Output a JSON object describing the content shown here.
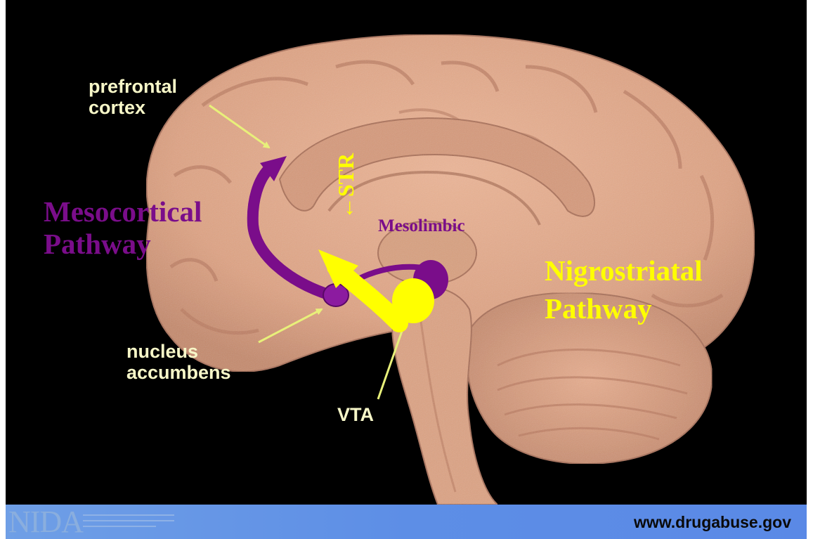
{
  "labels": {
    "prefrontal": [
      "prefrontal",
      "cortex"
    ],
    "nucleus": [
      "nucleus",
      "accumbens"
    ],
    "vta": "VTA",
    "str": "STR",
    "str_arrow": "←",
    "mesocortical": [
      "Mesocortical",
      "Pathway"
    ],
    "mesolimbic": "Mesolimbic",
    "nigrostriatal": [
      "Nigrostriatal",
      "Pathway"
    ]
  },
  "footer": {
    "logo": "NIDA",
    "url": "www.drugabuse.gov"
  },
  "colors": {
    "background": "#000000",
    "brain": "#e2a98a",
    "brain_dark": "#b97d62",
    "pathway_purple": "#7a0d8a",
    "pathway_yellow": "#ffff00",
    "label_pale": "#f7f7c8",
    "footer_blue": "#5d8ee6"
  }
}
